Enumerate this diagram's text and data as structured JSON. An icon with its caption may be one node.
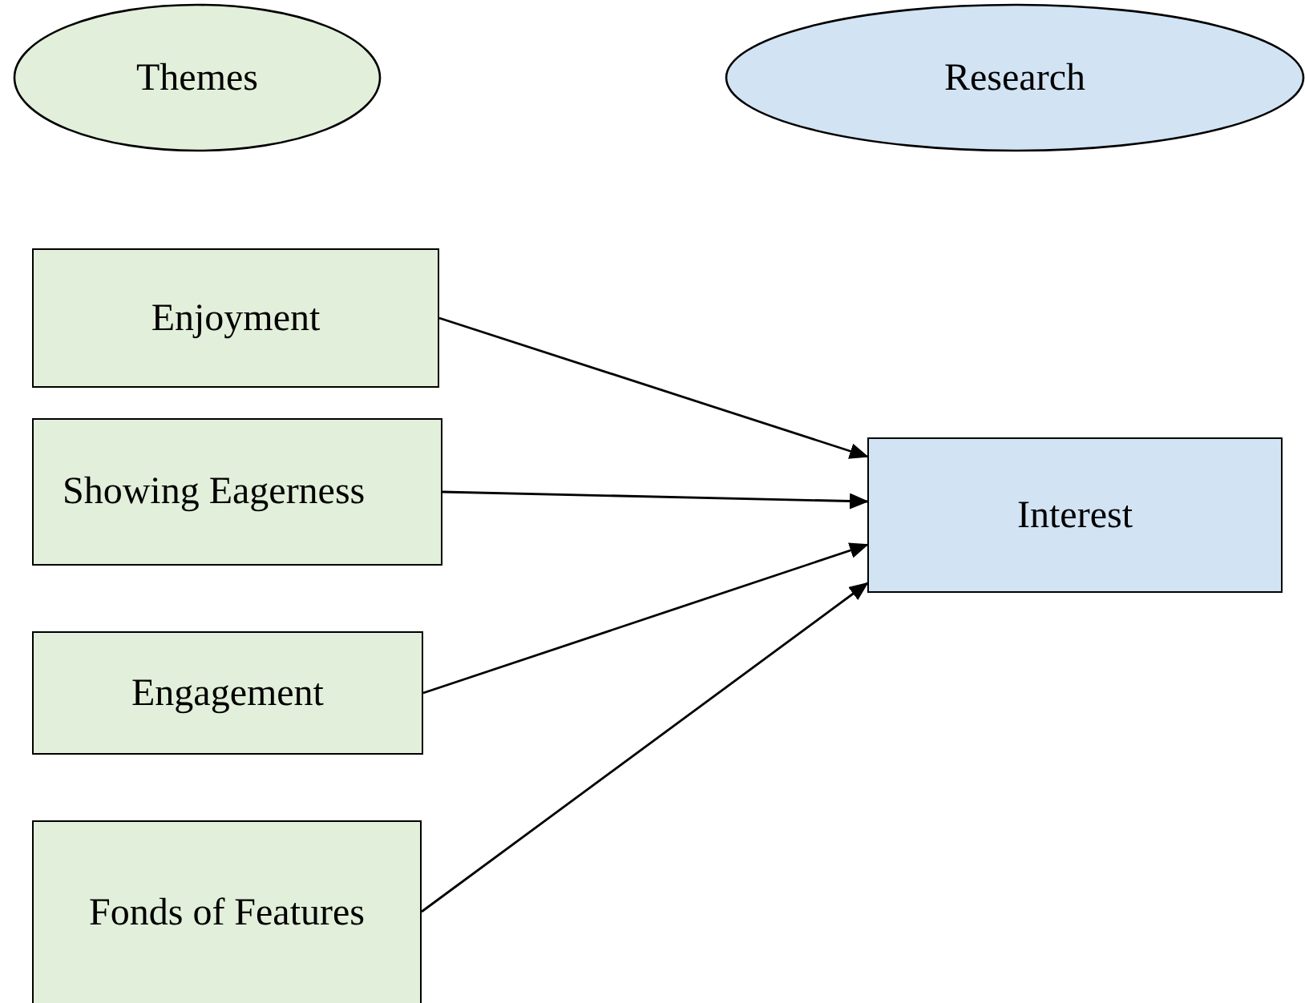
{
  "diagram": {
    "nodes": [
      {
        "text": [
          "Themes"
        ]
      },
      {
        "text": [
          "Research"
        ]
      },
      {
        "text": [
          "Enjoyment"
        ]
      },
      {
        "text": [
          "Showing Eagerness"
        ]
      },
      {
        "text": [
          "Engagement"
        ]
      },
      {
        "text": [
          "Fonds of Features"
        ]
      },
      {
        "text": [
          "Interest"
        ]
      }
    ],
    "edges": [
      {
        "from": 2,
        "to": 6,
        "arrow": "to"
      },
      {
        "from": 3,
        "to": 6,
        "arrow": "to"
      },
      {
        "from": 4,
        "to": 6,
        "arrow": "to"
      },
      {
        "from": 5,
        "to": 6,
        "arrow": "to"
      }
    ]
  }
}
